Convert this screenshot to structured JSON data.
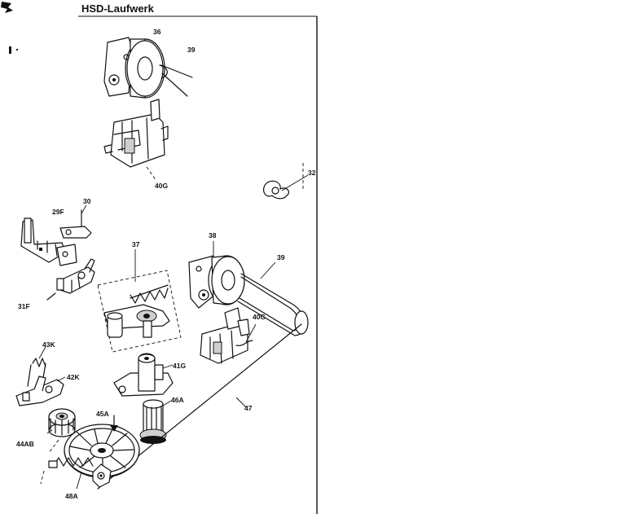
{
  "title": "HSD-Laufwerk",
  "labels": {
    "l36": "36",
    "l39_top": "39",
    "l40g_top": "40G",
    "l32": "32",
    "l30": "30",
    "l29f": "29F",
    "l38": "38",
    "l39_mid": "39",
    "l37": "37",
    "l31f": "31F",
    "l40g_mid": "40G",
    "l43k": "43K",
    "l42k": "42K",
    "l41g": "41G",
    "l46a": "46A",
    "l47": "47",
    "l45a": "45A",
    "l44ab": "44AB",
    "l48a": "48A"
  }
}
